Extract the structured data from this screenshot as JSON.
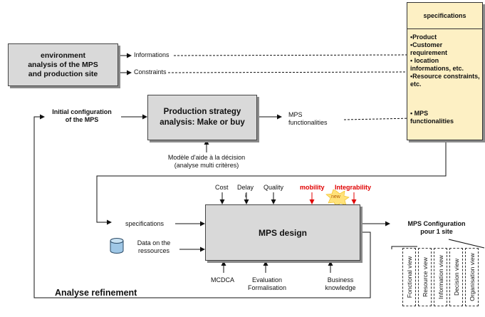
{
  "env_box": {
    "lines": [
      "environment",
      "analysis of the MPS",
      "and production site"
    ]
  },
  "env_outputs": {
    "informations": "Informations",
    "constraints": "Constraints"
  },
  "specifications_box": {
    "title": "specifications",
    "items": [
      "•Product",
      "•Customer requirement",
      "• location informations, etc.",
      "•Resource constraints, etc."
    ],
    "mps_item": [
      "• MPS",
      "functionalities"
    ]
  },
  "initial_config": [
    "Initial configuration",
    "of the MPS"
  ],
  "strategy_box": {
    "lines": [
      "Production strategy",
      "analysis: Make or buy"
    ]
  },
  "mps_functionalities": [
    "MPS",
    "functionalities"
  ],
  "decision_model": [
    "Modèle d'aide à la décision",
    "(analyse multi critères)"
  ],
  "design_inputs_top": {
    "cost": "Cost",
    "delay": "Delay",
    "delay_suffix": "i",
    "quality": "Quality",
    "mobility": "mobility",
    "integrability": "Integrability",
    "new_badge": "new"
  },
  "design_inputs_left": {
    "specifications": "specifications",
    "data": [
      "Data on the",
      "ressources"
    ]
  },
  "design_box": {
    "title": "MPS design"
  },
  "design_inputs_bottom": {
    "mcdca": "MCDCA",
    "evaluation": [
      "Evaluation",
      "Formalisation"
    ],
    "business": [
      "Business",
      "knowledge"
    ]
  },
  "configuration": {
    "lines": [
      "MPS Configuration",
      "pour 1 site"
    ]
  },
  "views": [
    "Fonctional view",
    "Resource view",
    "Information view",
    "Decision view",
    "Organisation view"
  ],
  "refinement_label": "Analyse refinement",
  "colors": {
    "box_gray": "#d9d9d9",
    "spec_yellow": "#fdf0c4",
    "highlight_red": "#e00000",
    "badge_yellow": "#ffe27a"
  }
}
